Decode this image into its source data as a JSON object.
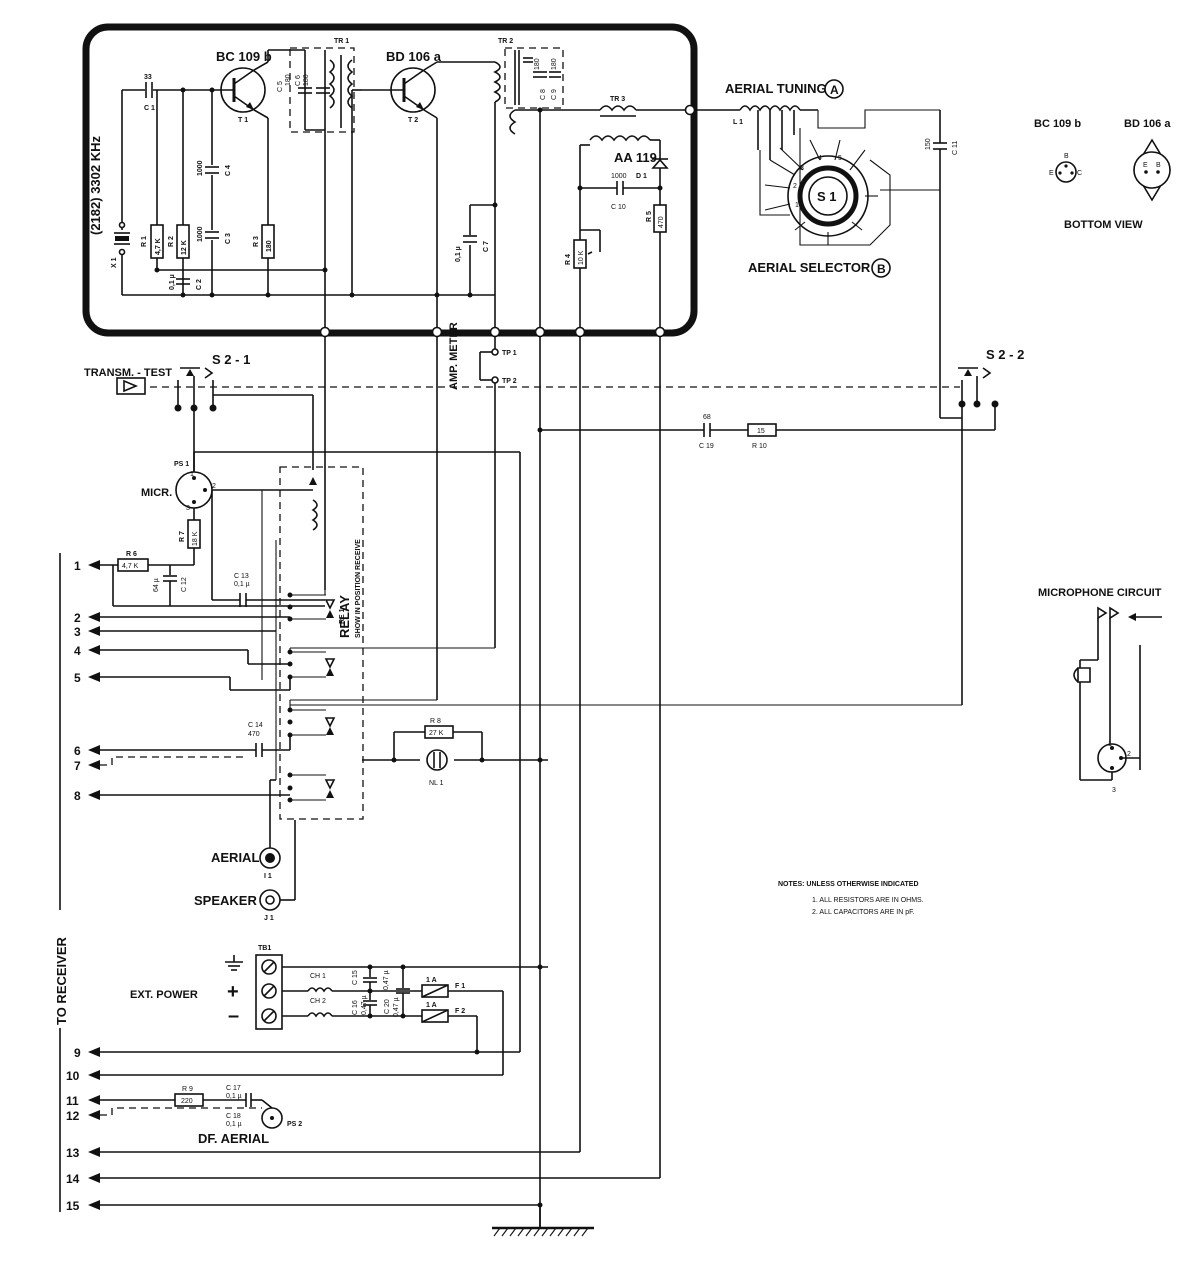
{
  "labels": {
    "t1_type": "BC 109 b",
    "t2_type": "BD 106 a",
    "t1": "T 1",
    "t2": "T 2",
    "tr1": "TR 1",
    "tr2": "TR 2",
    "tr3": "TR 3",
    "c1_val": "33",
    "c1": "C 1",
    "crystal_freq": "(2182) 3302 KHz",
    "x1": "X 1",
    "r1": "R 1",
    "r1_val": "4,7 K",
    "r2": "R 2",
    "r2_val": "12 K",
    "r3": "R 3",
    "r3_val": "180",
    "c2": "C 2",
    "c2_val": "0,1 µ",
    "c3": "C 3",
    "c3_val": "1000",
    "c4": "C 4",
    "c4_val": "1000",
    "c5": "C 5",
    "c5_val": "180",
    "c6": "C 6",
    "c6_val": "180",
    "c7": "C 7",
    "c7_val": "0,1 µ",
    "c8": "C 8",
    "c8_val": "180",
    "c9": "C 9",
    "c9_val": "180",
    "d1_type": "AA 119",
    "d1": "D 1",
    "c10": "C 10",
    "c10_val": "1000",
    "r4": "R 4",
    "r4_val": "10 K",
    "r5": "R 5",
    "r5_val": "470",
    "l1": "L 1",
    "aerial_tuning": "AERIAL TUNING",
    "aerial_tuning_mark": "A",
    "s1": "S 1",
    "aerial_selector": "AERIAL SELECTOR",
    "aerial_selector_mark": "B",
    "c11_val": "150",
    "c11": "C 11",
    "bc109b": "BC 109 b",
    "bd106a": "BD 106 a",
    "pin_b": "B",
    "pin_e": "E",
    "pin_c": "C",
    "bottom_view": "BOTTOM VIEW",
    "s2_1": "S 2 - 1",
    "s2_2": "S 2 - 2",
    "transm_test": "TRANSM. - TEST",
    "amp_meter": "AMP. METER",
    "tp1": "TP 1",
    "tp2": "TP 2",
    "c19": "C 19",
    "c19_val": "68",
    "r10": "R 10",
    "r10_val": "15",
    "ps1": "PS 1",
    "micr": "MICR.",
    "r7": "R 7",
    "r7_val": "18 K",
    "r6": "R 6",
    "r6_val": "4,7 K",
    "c12": "C 12",
    "c12_val": "64 µ",
    "c13": "C 13",
    "c13_val": "0,1 µ",
    "relay": "RELAY",
    "relay_note": "SHOW IN POSITION RECEIVE",
    "re1": "RE 1",
    "c14": "C 14",
    "c14_val": "470",
    "r8": "R 8",
    "r8_val": "27 K",
    "nl1": "NL 1",
    "aerial": "AERIAL",
    "i1": "I 1",
    "speaker": "SPEAKER",
    "j1": "J 1",
    "tb1": "TB1",
    "ext_power": "EXT. POWER",
    "ch1": "CH 1",
    "ch2": "CH 2",
    "c15": "C 15",
    "c15_val": "0,47 µ",
    "c16": "C 16",
    "c16_val": "0,47 µ",
    "c20": "C 20",
    "c20_val": "0,47 µ",
    "f1": "F 1",
    "f2": "F 2",
    "fuse_val": "1 A",
    "r9": "R 9",
    "r9_val": "220",
    "c17": "C 17",
    "c17_val": "0,1 µ",
    "c18": "C 18",
    "c18_val": "0,1 µ",
    "df_aerial": "DF. AERIAL",
    "ps2": "PS 2",
    "microphone_circuit": "MICROPHONE CIRCUIT",
    "to_receiver": "TO RECEIVER",
    "notes_title": "NOTES:  UNLESS OTHERWISE INDICATED",
    "note1": "1. ALL RESISTORS ARE IN OHMS.",
    "note2": "2. ALL CAPACITORS ARE IN pF.",
    "pins": [
      "1",
      "2",
      "3",
      "4",
      "5",
      "6",
      "7",
      "8",
      "9",
      "10",
      "11",
      "12",
      "13",
      "14",
      "15"
    ]
  }
}
